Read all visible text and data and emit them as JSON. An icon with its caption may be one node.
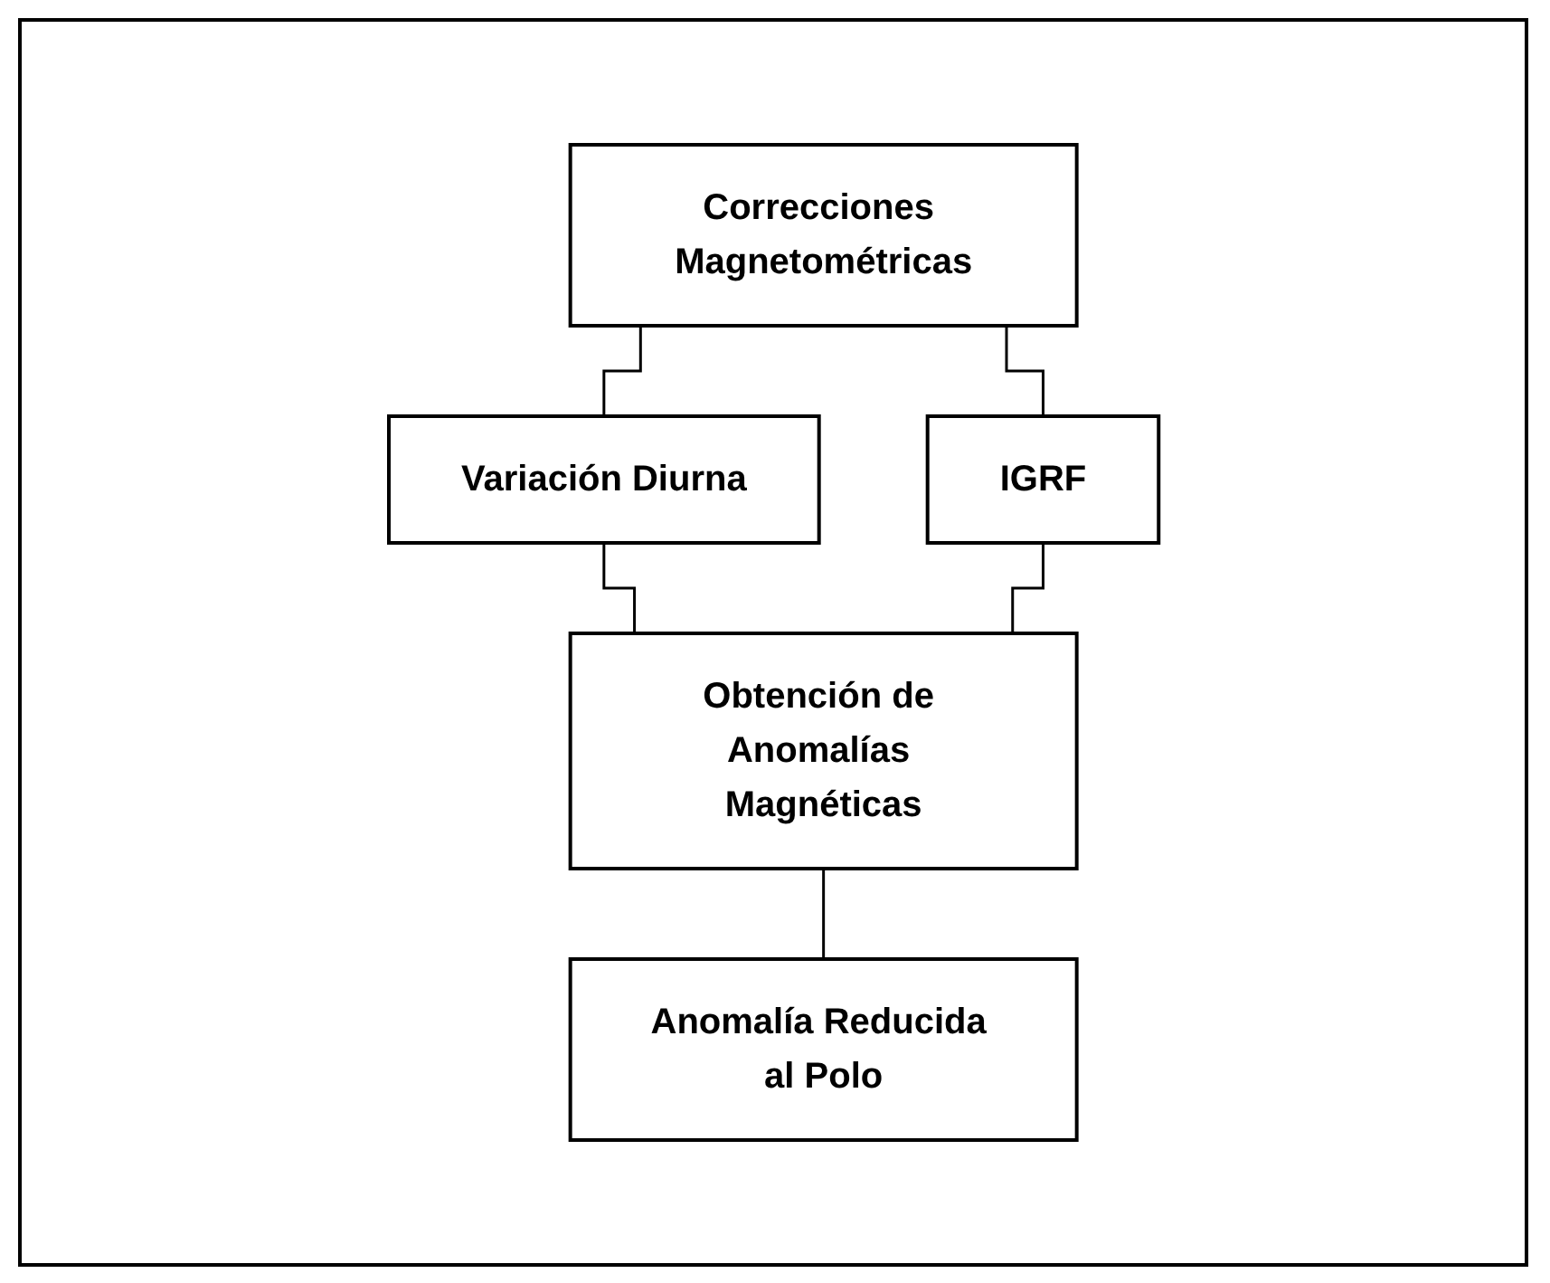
{
  "diagram": {
    "nodes": [
      {
        "text": [
          "Correcciones Magnetométricas"
        ]
      },
      {
        "text": [
          "Variación Diurna"
        ]
      },
      {
        "text": [
          "IGRF"
        ]
      },
      {
        "text": [
          "Obtención de Anomalías Magnéticas"
        ]
      },
      {
        "text": [
          "Anomalía Reducida al Polo"
        ]
      }
    ],
    "edges": [
      {
        "from": 0,
        "to": 1,
        "arrow": "none"
      },
      {
        "from": 0,
        "to": 2,
        "arrow": "none"
      },
      {
        "from": 1,
        "to": 3,
        "arrow": "none"
      },
      {
        "from": 2,
        "to": 3,
        "arrow": "none"
      },
      {
        "from": 3,
        "to": 4,
        "arrow": "none"
      }
    ]
  }
}
